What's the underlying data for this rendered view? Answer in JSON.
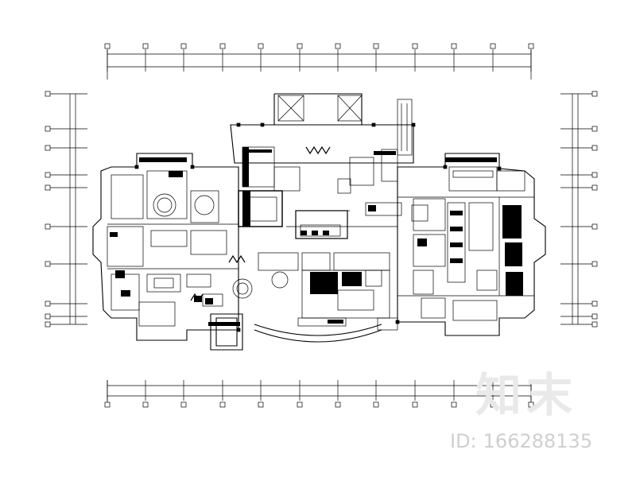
{
  "watermark": {
    "logo_text": "知末",
    "id_label": "ID:",
    "id_value": "166288135"
  },
  "colors": {
    "line": "#000000",
    "wall_fill": "#000000",
    "watermark": "#cfcfcf"
  }
}
